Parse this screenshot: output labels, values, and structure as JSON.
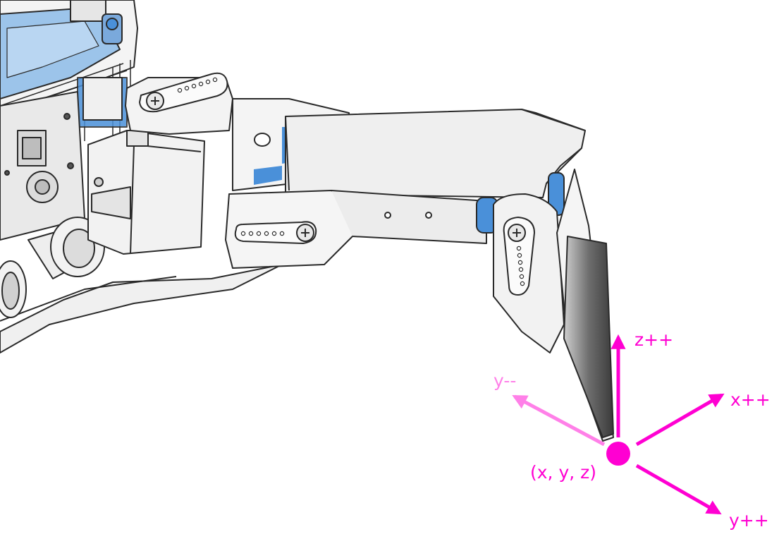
{
  "labels": {
    "z_pos": "z++",
    "x_pos": "x++",
    "y_pos": "y++",
    "y_neg": "y--",
    "origin": "(x, y, z)"
  },
  "colors": {
    "axis": "#ff00d2",
    "axis_faded": "#ff80e8",
    "origin_dot": "#ff00d2",
    "metal_fill": "#ececec",
    "metal_shadow": "#bdbdbd",
    "outline": "#2a2a2a",
    "pcb_blue": "#9cc4ea",
    "spacer_blue": "#4a90d9",
    "servo_fill": "#f2f2f2"
  },
  "icons": {
    "robot": "robot-leg-illustration",
    "origin": "origin-point-dot"
  }
}
